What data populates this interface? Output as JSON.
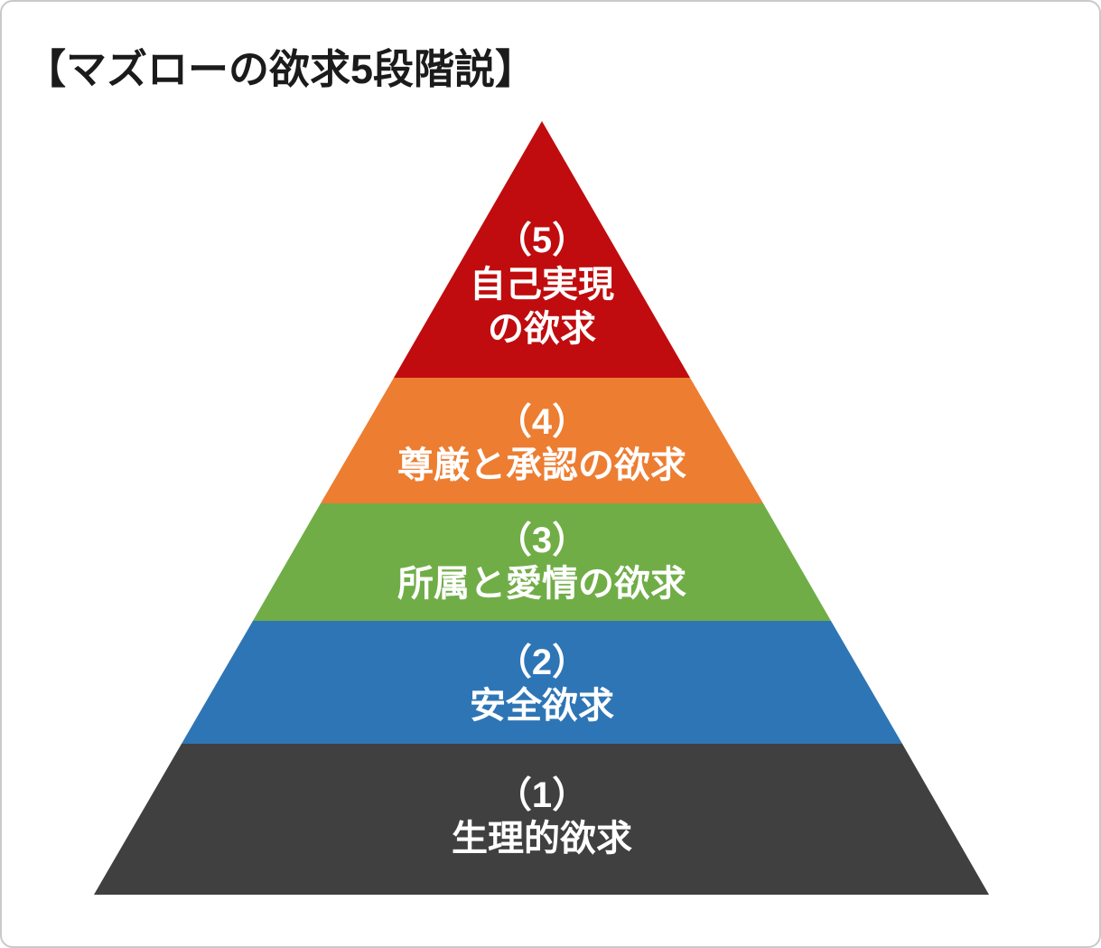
{
  "title": "【マズローの欲求5段階説】",
  "diagram": {
    "type": "pyramid",
    "text_color": "#FFFFFF",
    "border_color": "#C9C9C9",
    "background_color": "#FFFFFF",
    "tiers": [
      {
        "number": "（5）",
        "lines": [
          "自己実現",
          "の欲求"
        ],
        "color": "#C00C0E"
      },
      {
        "number": "（4）",
        "lines": [
          "尊厳と承認の欲求"
        ],
        "color": "#ED7D31"
      },
      {
        "number": "（3）",
        "lines": [
          "所属と愛情の欲求"
        ],
        "color": "#70AD47"
      },
      {
        "number": "（2）",
        "lines": [
          "安全欲求"
        ],
        "color": "#2E75B6"
      },
      {
        "number": "（1）",
        "lines": [
          "生理的欲求"
        ],
        "color": "#404040"
      }
    ]
  }
}
